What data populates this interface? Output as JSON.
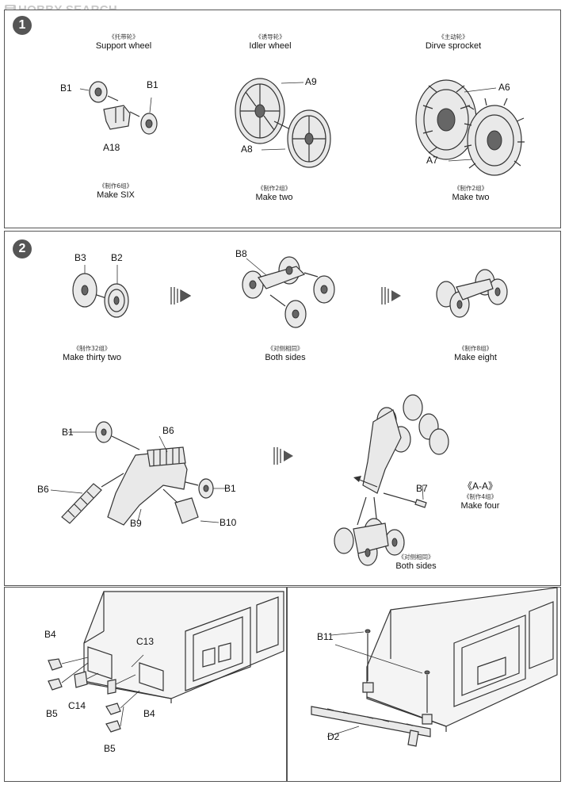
{
  "watermark": {
    "badge": "☰",
    "text": "HOBBY SEARCH"
  },
  "step1": {
    "number": "1",
    "columns": [
      {
        "title_cn": "《托带轮》",
        "title_en": "Support wheel",
        "qty_cn": "《制作6组》",
        "qty_en": "Make SIX"
      },
      {
        "title_cn": "《诱导轮》",
        "title_en": "Idler wheel",
        "qty_cn": "《制作2组》",
        "qty_en": "Make two"
      },
      {
        "title_cn": "《主动轮》",
        "title_en": "Dirve sprocket",
        "qty_cn": "《制作2组》",
        "qty_en": "Make two"
      }
    ],
    "parts": {
      "b1a": "B1",
      "b1b": "B1",
      "a18": "A18",
      "a9": "A9",
      "a8": "A8",
      "a6": "A6",
      "a7": "A7"
    }
  },
  "step2": {
    "number": "2",
    "row1": [
      {
        "cn": "《制作32组》",
        "en": "Make thirty two"
      },
      {
        "cn": "《对侧相同》",
        "en": "Both sides"
      },
      {
        "cn": "《制作8组》",
        "en": "Make eight"
      }
    ],
    "parts": {
      "b3": "B3",
      "b2": "B2",
      "b8": "B8",
      "b1c": "B1",
      "b6a": "B6",
      "b6b": "B6",
      "b1d": "B1",
      "b9": "B9",
      "b10": "B10",
      "b7": "B7"
    },
    "section": {
      "title": "《A-A》",
      "qty_cn": "《制作4组》",
      "qty_en": "Make four",
      "sides_cn": "《对侧相同》",
      "sides_en": "Both sides"
    }
  },
  "step3": {
    "left_parts": {
      "b4a": "B4",
      "b5a": "B5",
      "c13": "C13",
      "c14": "C14",
      "b4b": "B4",
      "b5b": "B5"
    },
    "right_parts": {
      "b11": "B11",
      "d2": "D2"
    }
  }
}
